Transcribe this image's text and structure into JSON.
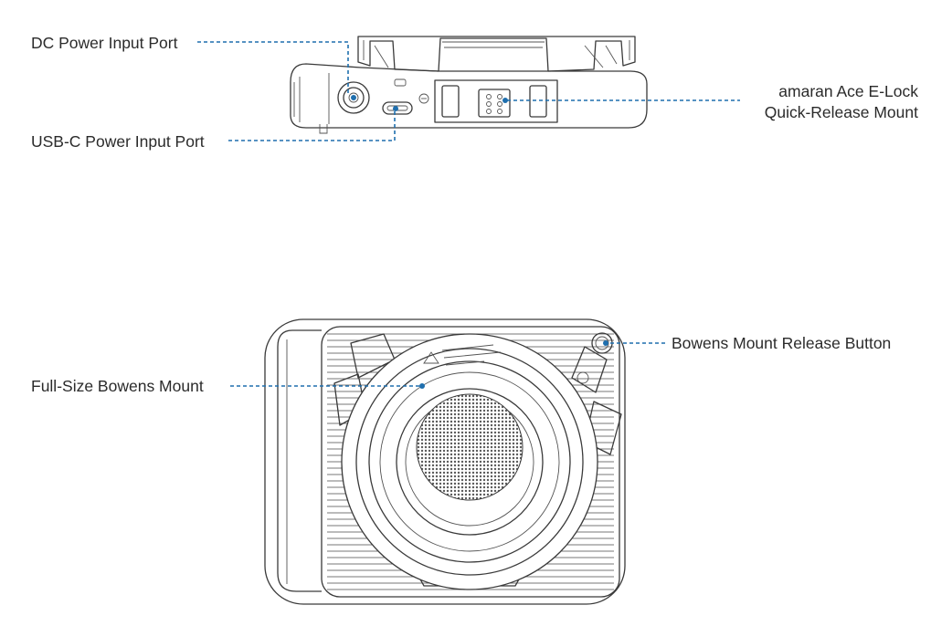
{
  "labels": {
    "dc_port": "DC Power Input Port",
    "usbc_port": "USB-C Power Input Port",
    "elock_line1": "amaran Ace E-Lock",
    "elock_line2": "Quick-Release Mount",
    "release_button": "Bowens Mount Release Button",
    "bowens_mount": "Full-Size Bowens Mount"
  },
  "colors": {
    "leader": "#1f6fae",
    "outline": "#3a3a3a",
    "text": "#2b2b2b"
  }
}
